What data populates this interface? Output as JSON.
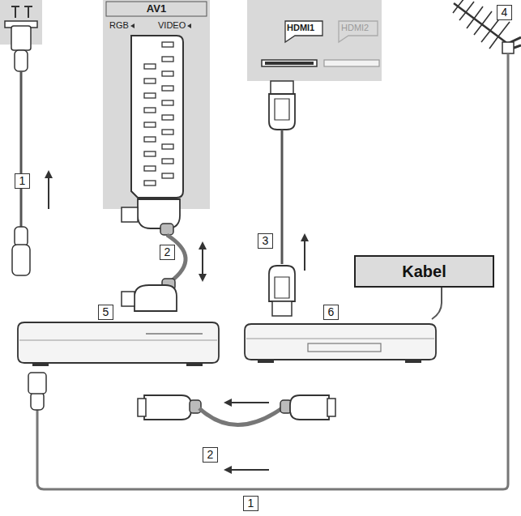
{
  "diagram": {
    "nodes": [
      {
        "text": [
          "AV1",
          "RGB",
          "VIDEO"
        ]
      },
      {
        "text": [
          "HDMI1",
          "HDMI2"
        ]
      },
      {
        "text": [
          "Kabel"
        ]
      }
    ],
    "labels": [
      "1",
      "2",
      "3",
      "4",
      "5",
      "6",
      "2",
      "1"
    ]
  }
}
